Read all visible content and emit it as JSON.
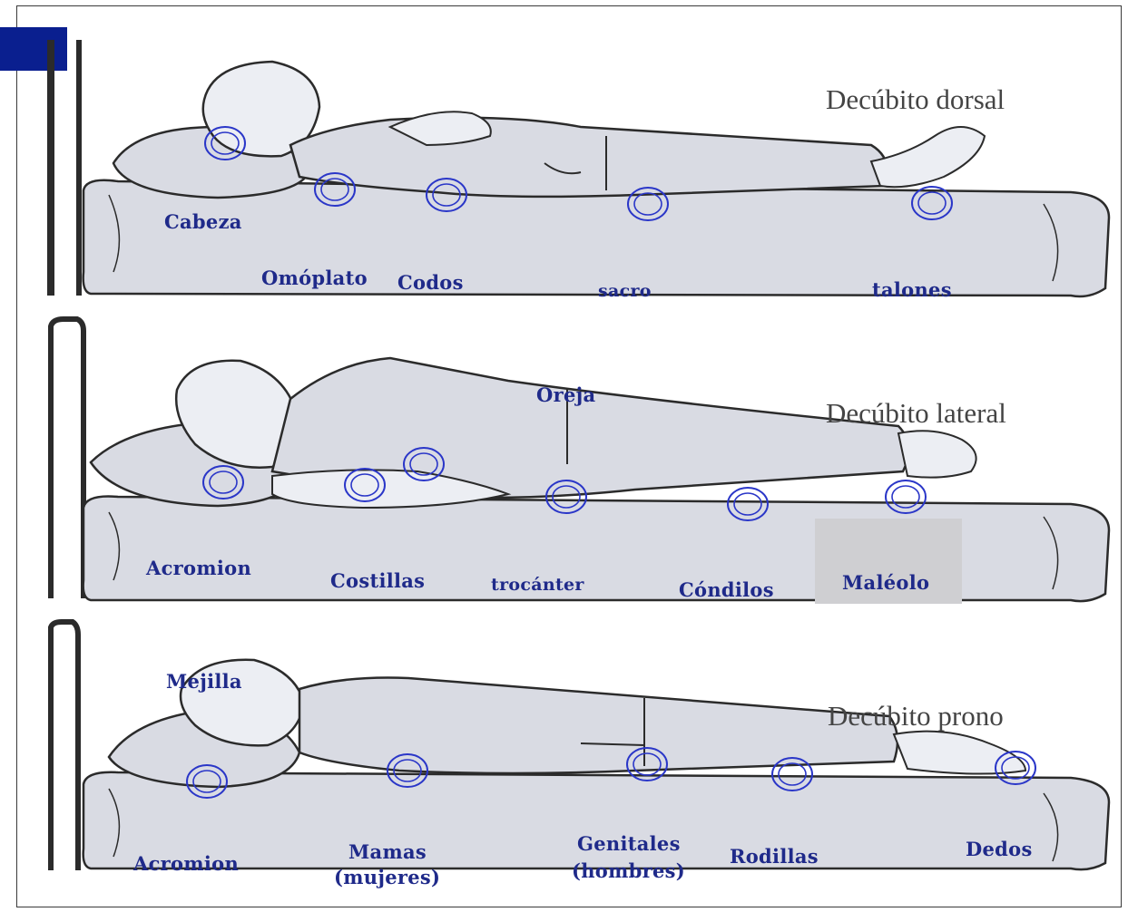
{
  "positions": [
    {
      "title": "Decúbito dorsal",
      "labels": {
        "l1": "Cabeza",
        "l2": "Omóplato",
        "l3": "Codos",
        "l4": "sacro",
        "l5": "talones"
      }
    },
    {
      "title": "Decúbito lateral",
      "labels": {
        "l0": "Oreja",
        "l1": "Acromion",
        "l2": "Costillas",
        "l3": "trocánter",
        "l4": "Cóndilos",
        "l5": "Maléolo"
      }
    },
    {
      "title": "Decúbito prono",
      "labels": {
        "l0": "Mejilla",
        "l1": "Acromion",
        "l2a": "Mamas",
        "l2b": "(mujeres)",
        "l3a": "Genitales",
        "l3b": "(hombres)",
        "l4": "Rodillas",
        "l5": "Dedos"
      }
    }
  ],
  "colors": {
    "label": "#1f2a8a",
    "marker": "#2a36c8",
    "body_fill": "#d9dbe3",
    "outline": "#2b2b2b",
    "corner_block": "#0a1f8f"
  }
}
